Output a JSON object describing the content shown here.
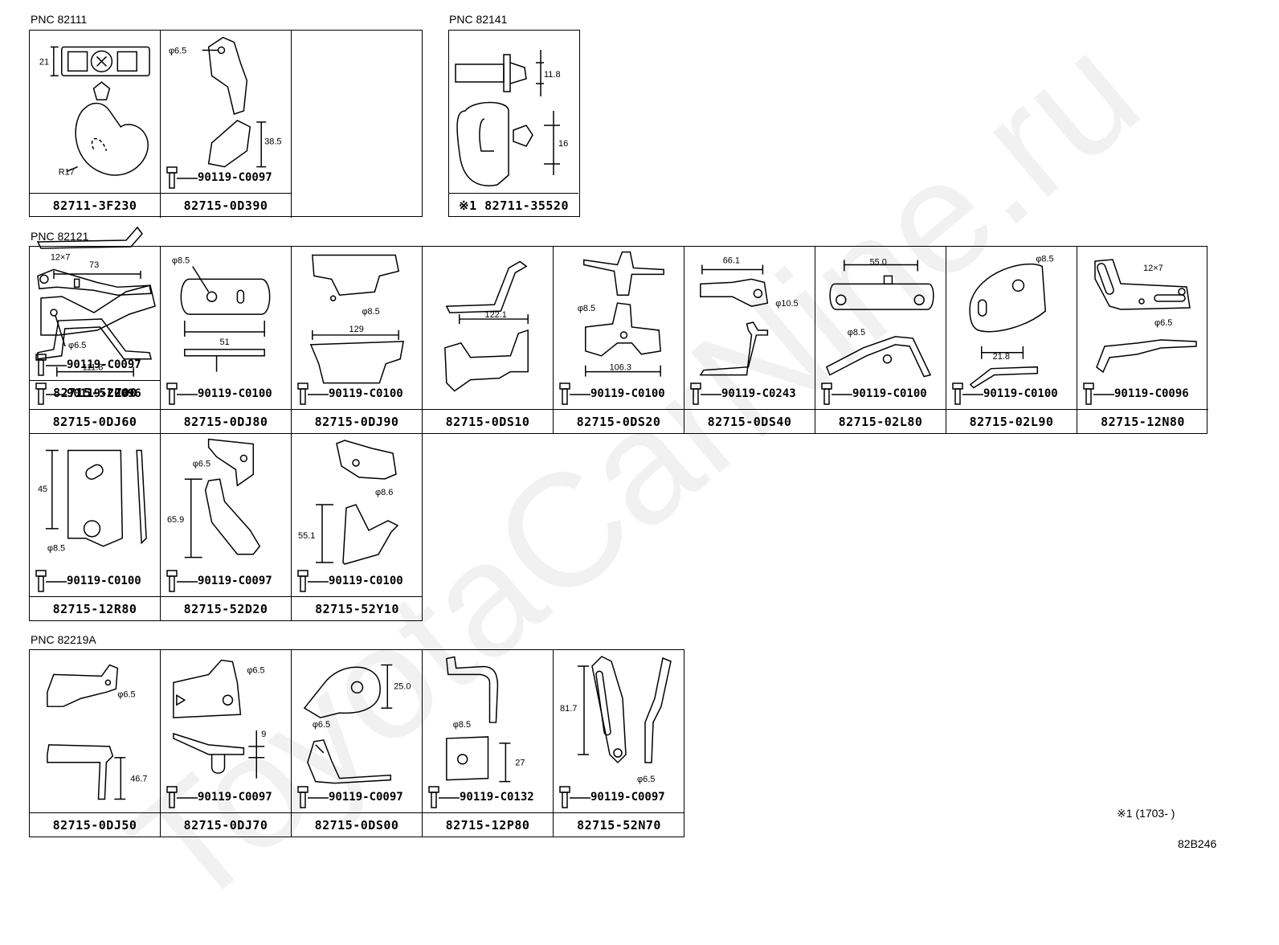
{
  "watermark": "ToyotaCarNine.ru",
  "note": "※1 (1703-        )",
  "diagram_code": "82B246",
  "groups": [
    {
      "pnc": "PNC 82111",
      "cells": [
        {
          "part": "82711-3F230",
          "bolt": "",
          "labels": [
            "21",
            "R17"
          ]
        },
        {
          "part": "82715-0D390",
          "bolt": "90119-C0097",
          "labels": [
            "φ6.5",
            "38.5"
          ]
        },
        {
          "part": "82715-52Z00",
          "bolt": "90119-C0097",
          "labels": [
            "73",
            "φ6.5"
          ]
        }
      ]
    },
    {
      "pnc": "PNC 82141",
      "cells": [
        {
          "part": "※1 82711-35520",
          "bolt": "",
          "labels": [
            "11.8",
            "16"
          ]
        }
      ]
    },
    {
      "pnc": "PNC 82121",
      "cells": [
        {
          "part": "82715-0DJ60",
          "bolt": "90119-C0096",
          "labels": [
            "12×7",
            "111.8"
          ]
        },
        {
          "part": "82715-0DJ80",
          "bolt": "90119-C0100",
          "labels": [
            "φ8.5",
            "51"
          ]
        },
        {
          "part": "82715-0DJ90",
          "bolt": "90119-C0100",
          "labels": [
            "φ8.5",
            "129"
          ]
        },
        {
          "part": "82715-0DS10",
          "bolt": "",
          "labels": [
            "122.1"
          ]
        },
        {
          "part": "82715-0DS20",
          "bolt": "90119-C0100",
          "labels": [
            "φ8.5",
            "106.3"
          ]
        },
        {
          "part": "82715-0DS40",
          "bolt": "90119-C0243",
          "labels": [
            "66.1",
            "φ10.5"
          ]
        },
        {
          "part": "82715-02L80",
          "bolt": "90119-C0100",
          "labels": [
            "55.0",
            "φ8.5"
          ]
        },
        {
          "part": "82715-02L90",
          "bolt": "90119-C0100",
          "labels": [
            "φ8.5",
            "21.8"
          ]
        },
        {
          "part": "82715-12N80",
          "bolt": "90119-C0096",
          "labels": [
            "12×7",
            "φ6.5"
          ]
        },
        {
          "part": "82715-12R80",
          "bolt": "90119-C0100",
          "labels": [
            "45",
            "φ8.5"
          ]
        },
        {
          "part": "82715-52D20",
          "bolt": "90119-C0097",
          "labels": [
            "φ6.5",
            "65.9"
          ]
        },
        {
          "part": "82715-52Y10",
          "bolt": "90119-C0100",
          "labels": [
            "φ8.6",
            "55.1"
          ]
        }
      ]
    },
    {
      "pnc": "PNC 82219A",
      "cells": [
        {
          "part": "82715-0DJ50",
          "bolt": "",
          "labels": [
            "φ6.5",
            "46.7"
          ]
        },
        {
          "part": "82715-0DJ70",
          "bolt": "90119-C0097",
          "labels": [
            "φ6.5",
            "9"
          ]
        },
        {
          "part": "82715-0DS00",
          "bolt": "90119-C0097",
          "labels": [
            "25.0",
            "φ6.5"
          ]
        },
        {
          "part": "82715-12P80",
          "bolt": "90119-C0132",
          "labels": [
            "φ8.5",
            "27"
          ]
        },
        {
          "part": "82715-52N70",
          "bolt": "90119-C0097",
          "labels": [
            "81.7",
            "φ6.5"
          ]
        }
      ]
    }
  ]
}
